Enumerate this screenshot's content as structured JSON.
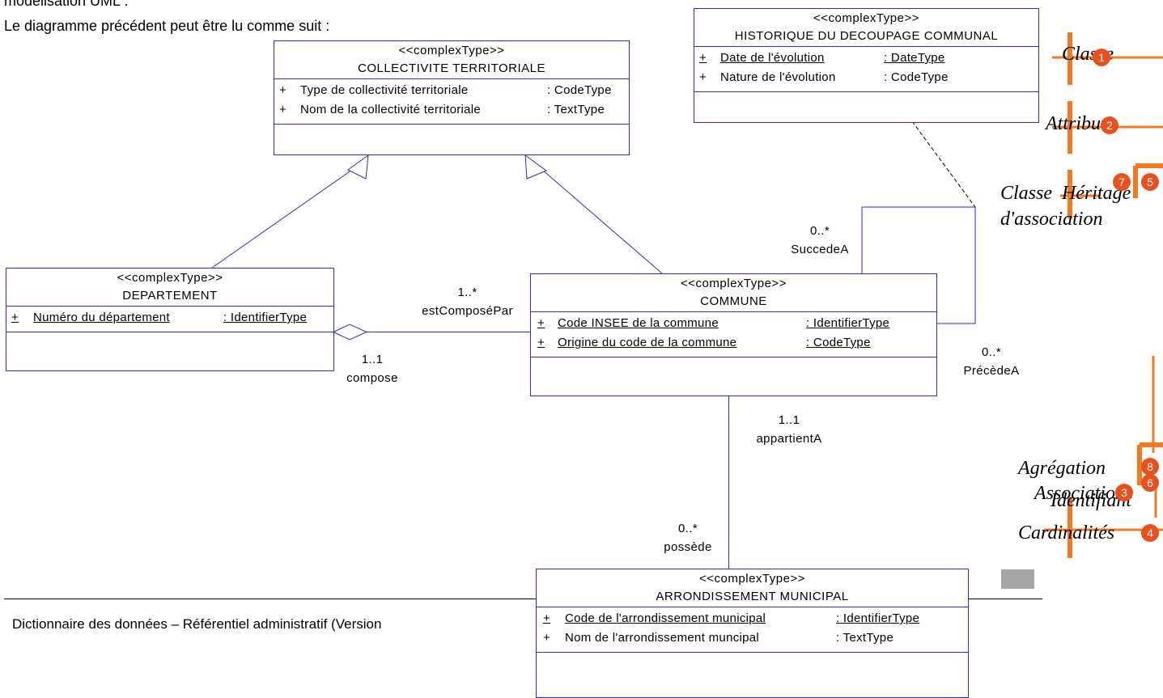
{
  "intro": {
    "line1": "modélisation UML :",
    "line2": "Le diagramme précédent peut être lu comme suit :"
  },
  "footer": "Dictionnaire des données – Référentiel administratif (Version",
  "classes": {
    "collectivite": {
      "stereotype": "<<complexType>>",
      "name": "COLLECTIVITE TERRITORIALE",
      "attrs": [
        {
          "vis": "+",
          "name": "Type de collectivité territoriale",
          "type": ": CodeType"
        },
        {
          "vis": "+",
          "name": "Nom de la collectivité territoriale",
          "type": ": TextType"
        }
      ]
    },
    "historique": {
      "stereotype": "<<complexType>>",
      "name": "HISTORIQUE DU DECOUPAGE COMMUNAL",
      "attrs": [
        {
          "vis": "+",
          "name": "Date de l'évolution",
          "type": ": DateType"
        },
        {
          "vis": "+",
          "name": "Nature de l'évolution",
          "type": ": CodeType"
        }
      ]
    },
    "departement": {
      "stereotype": "<<complexType>>",
      "name": "DEPARTEMENT",
      "attrs": [
        {
          "vis": "+",
          "name": "Numéro du département",
          "type": ": IdentifierType"
        }
      ]
    },
    "commune": {
      "stereotype": "<<complexType>>",
      "name": "COMMUNE",
      "attrs": [
        {
          "vis": "+",
          "name": "Code INSEE de la commune",
          "type": ": IdentifierType"
        },
        {
          "vis": "+",
          "name": "Origine du code de la commune",
          "type": ": CodeType"
        }
      ]
    },
    "arrondissement": {
      "stereotype": "<<complexType>>",
      "name": "ARRONDISSEMENT MUNICIPAL",
      "attrs": [
        {
          "vis": "+",
          "name": "Code de l'arrondissement municipal",
          "type": ": IdentifierType"
        },
        {
          "vis": "+",
          "name": "Nom de l'arrondissement muncipal",
          "type": ": TextType"
        }
      ]
    }
  },
  "roles": {
    "succede_card": "0..*",
    "succede": "SuccedeA",
    "precede_card": "0..*",
    "precede": "PrécèdeA",
    "estcompose_card": "1..*",
    "estcompose": "estComposéPar",
    "compose_card": "1..1",
    "compose": "compose",
    "appartient_card": "1..1",
    "appartient": "appartientA",
    "possede_card": "0..*",
    "possede": "possède"
  },
  "legend": {
    "classe": "Classe",
    "attribut": "Attribut",
    "classe_assoc_1": "Classe",
    "classe_assoc_2": "d'association",
    "heritage": "Héritage",
    "agregation": "Agrégation",
    "association": "Association",
    "identifiant": "Identifiant",
    "cardinalites": "Cardinalités"
  },
  "badges": {
    "b1": "1",
    "b2": "2",
    "b3": "3",
    "b4": "4",
    "b5": "5",
    "b6": "6",
    "b7": "7",
    "b8": "8"
  },
  "colors": {
    "lines": "#2a2ad0",
    "annotation": "#f47a20",
    "badge": "#e8501e"
  }
}
